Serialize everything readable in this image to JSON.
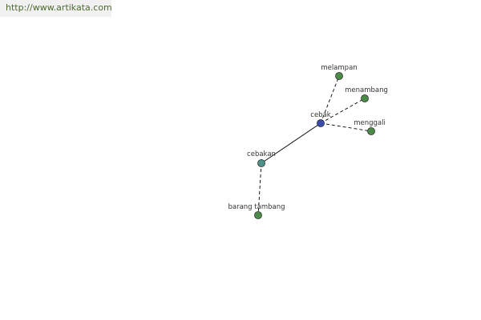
{
  "header": {
    "url": "http://www.artikata.com"
  },
  "graph": {
    "colors": {
      "center": "#3a4aa8",
      "hub": "#4e8f88",
      "leaf": "#4d8a4a",
      "edge": "#000000"
    },
    "nodes": [
      {
        "id": "cebak",
        "label": "cebak",
        "role": "center"
      },
      {
        "id": "cebakan",
        "label": "cebakan",
        "role": "hub"
      },
      {
        "id": "melampan",
        "label": "melampan",
        "role": "leaf"
      },
      {
        "id": "menambang",
        "label": "menambang",
        "role": "leaf"
      },
      {
        "id": "menggali",
        "label": "menggali",
        "role": "leaf"
      },
      {
        "id": "barang-tambang",
        "label": "barang tambang",
        "role": "leaf"
      }
    ],
    "edges": [
      {
        "from": "cebak",
        "to": "cebakan",
        "style": "solid"
      },
      {
        "from": "cebak",
        "to": "melampan",
        "style": "dashed"
      },
      {
        "from": "cebak",
        "to": "menambang",
        "style": "dashed"
      },
      {
        "from": "cebak",
        "to": "menggali",
        "style": "dashed"
      },
      {
        "from": "cebakan",
        "to": "barang-tambang",
        "style": "dashed"
      }
    ]
  }
}
